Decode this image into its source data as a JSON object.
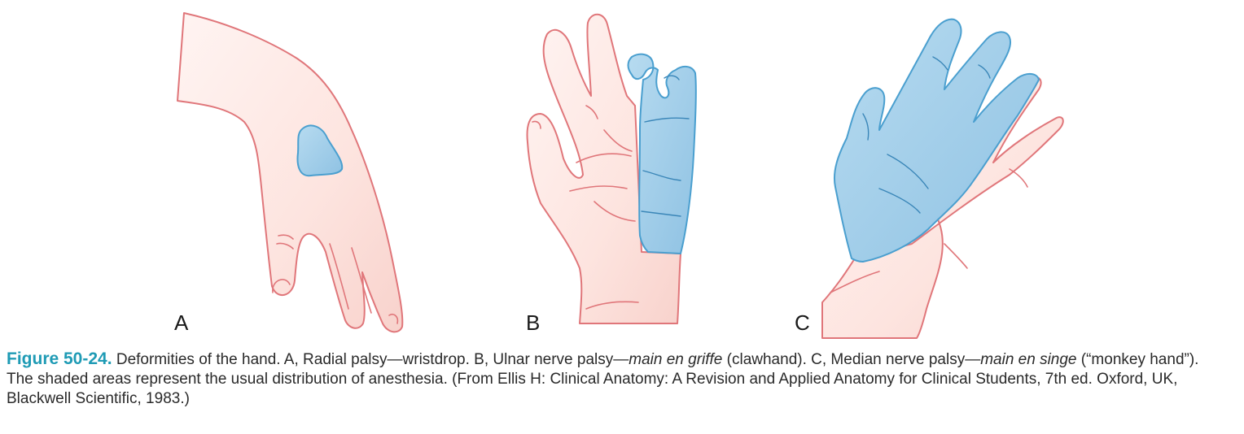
{
  "figure": {
    "panels": [
      {
        "label": "A",
        "condition": "Radial palsy—wristdrop"
      },
      {
        "label": "B",
        "condition": "Ulnar nerve palsy—main en griffe (clawhand)"
      },
      {
        "label": "C",
        "condition": "Median nerve palsy—main en singe (\"monkey hand\")"
      }
    ],
    "colors": {
      "skin_outline": "#e0767a",
      "skin_fill": "#fde9e6",
      "anesthesia_fill": "#9fcbe6",
      "anesthesia_outline": "#4a9fcf",
      "figure_number": "#1f9bb5"
    },
    "caption": {
      "figure_number": "Figure 50-24.",
      "intro": " Deformities of the hand. ",
      "a_label": "A,",
      "a_text": " Radial palsy—wristdrop. ",
      "b_label": "B,",
      "b_text": " Ulnar nerve palsy—",
      "b_italic": "main en griffe",
      "b_after": " (clawhand). ",
      "c_label": "C,",
      "c_text": " Median nerve palsy—",
      "c_italic": "main en singe",
      "c_after": " (“monkey hand”). The shaded areas represent the usual distribution of anesthesia. (From Ellis H: Clinical Anatomy: A Revision and Applied Anatomy for Clinical Students, 7th ed. Oxford, UK, Blackwell Scientific, 1983.)"
    }
  }
}
